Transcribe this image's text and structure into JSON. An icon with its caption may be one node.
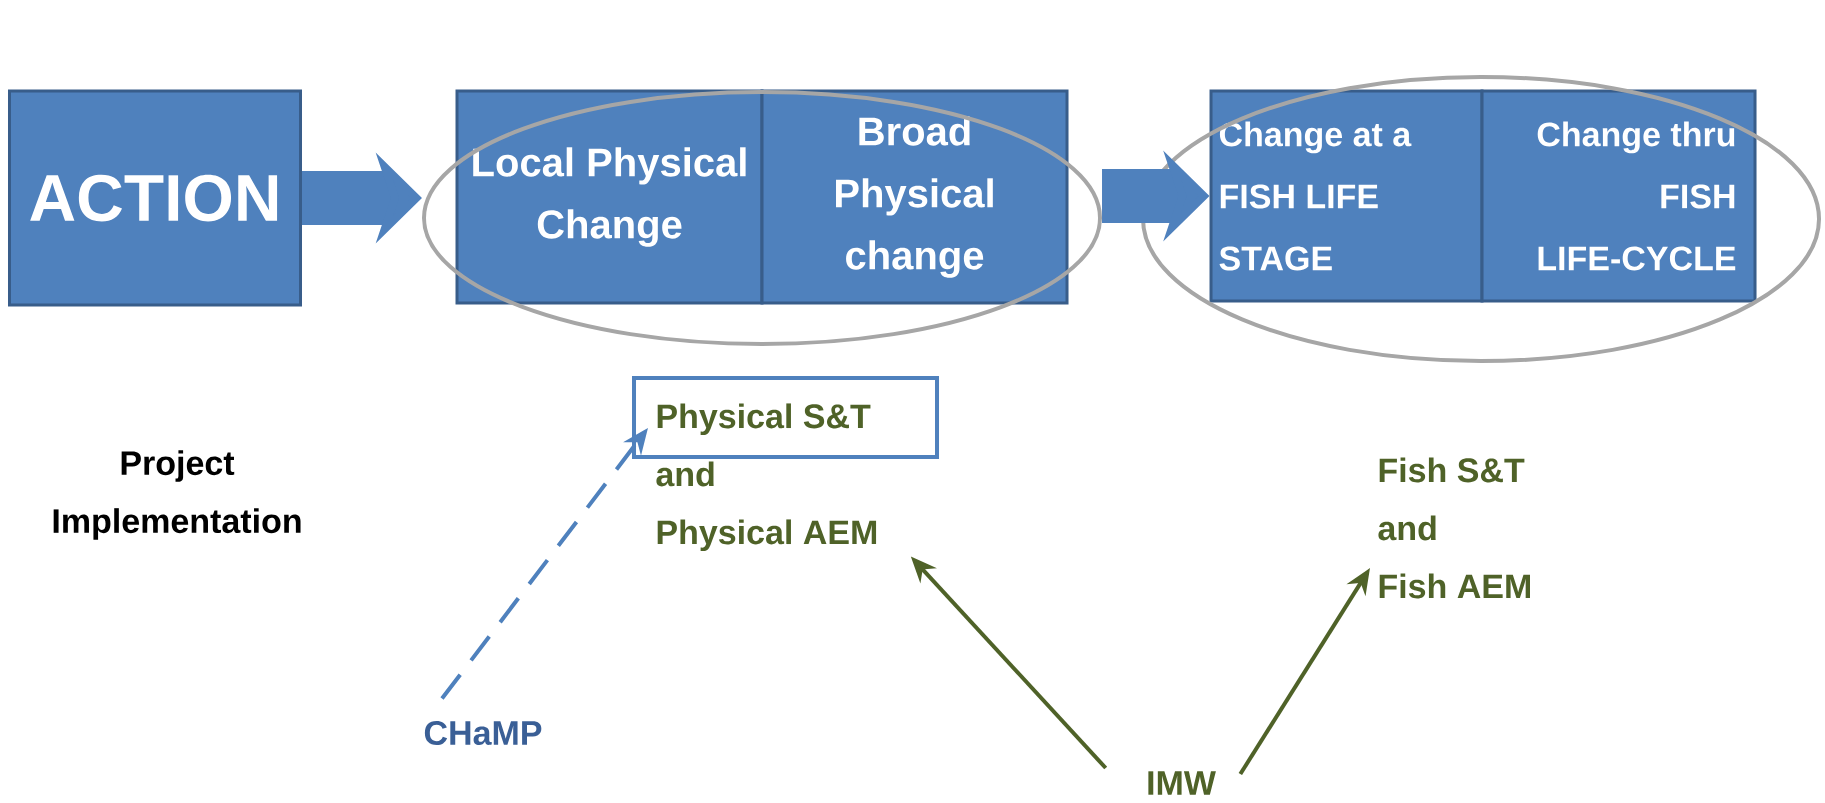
{
  "diagram": {
    "nodes": [
      {
        "text": [
          "ACTION"
        ]
      },
      {
        "text": [],
        "shape": "ellipse"
      },
      {
        "text": [
          "Local Physical Change"
        ],
        "in": 1
      },
      {
        "text": [
          "Broad Physical change"
        ],
        "in": 1
      },
      {
        "text": [],
        "shape": "ellipse"
      },
      {
        "text": [
          "Change at a FISH LIFE STAGE"
        ],
        "in": 4
      },
      {
        "text": [
          "Change thru FISH LIFE-CYCLE"
        ],
        "in": 4
      },
      {
        "text": [
          "Physical S&T and Physical AEM"
        ]
      },
      {
        "text": [
          "Fish S&T and Fish AEM"
        ]
      },
      {
        "text": [
          "CHaMP"
        ]
      },
      {
        "text": [
          "IMW"
        ]
      }
    ],
    "edges": [
      {
        "from": 0,
        "to": 1,
        "arrow": "to",
        "style": "thick",
        "color": "#4f81bd"
      },
      {
        "from": 1,
        "to": 5,
        "arrow": "to",
        "style": "thick",
        "color": "#4f81bd"
      },
      {
        "from": 9,
        "to": 7,
        "arrow": "to",
        "style": "dashed",
        "color": "#4f81bd"
      },
      {
        "from": 10,
        "to": 7,
        "arrow": "to",
        "color": "#4f6228"
      },
      {
        "from": 10,
        "to": 8,
        "arrow": "to",
        "color": "#4f6228"
      }
    ],
    "labels": [
      "Project Implementation"
    ]
  }
}
